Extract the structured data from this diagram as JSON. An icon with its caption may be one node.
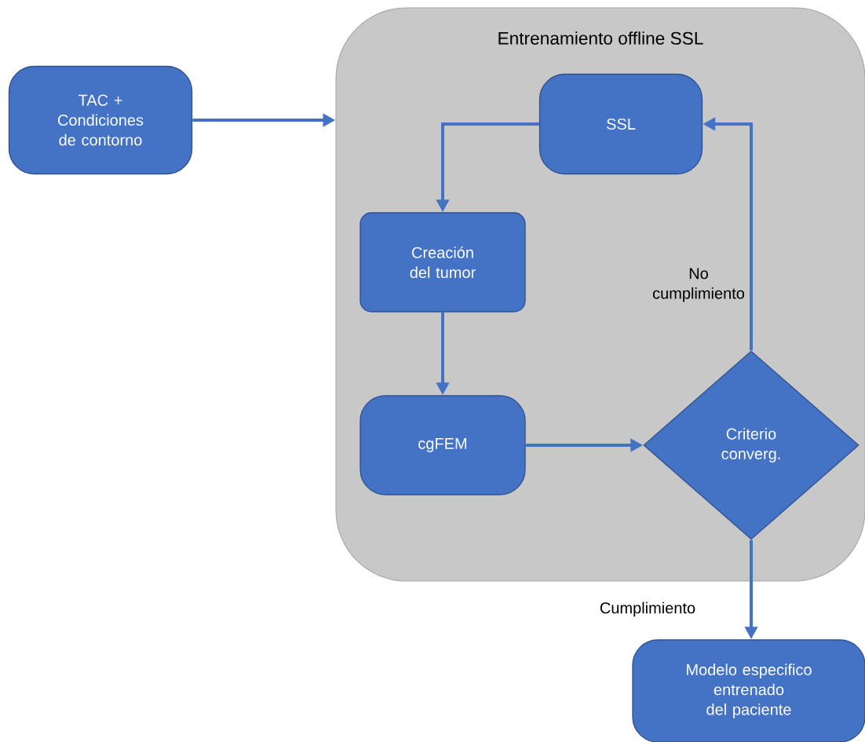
{
  "diagram": {
    "nodes": [
      {
        "text": [
          "TAC + Condiciones de contorno"
        ]
      },
      {
        "text": [
          "Entrenamiento offline SSL"
        ]
      },
      {
        "text": [
          "SSL"
        ],
        "in": 1
      },
      {
        "text": [
          "Creación del tumor"
        ],
        "in": 1
      },
      {
        "text": [
          "cgFEM"
        ],
        "in": 1
      },
      {
        "text": [
          "Criterio converg."
        ],
        "in": 1
      },
      {
        "text": [
          "Modelo especifico entrenado del paciente"
        ]
      }
    ],
    "edges": [
      {
        "from": 0,
        "to": 1,
        "arrow": "to"
      },
      {
        "from": 2,
        "to": 3,
        "arrow": "to"
      },
      {
        "from": 3,
        "to": 4,
        "arrow": "to"
      },
      {
        "from": 4,
        "to": 5,
        "arrow": "to"
      },
      {
        "from": 5,
        "to": 2,
        "arrow": "to",
        "label": "No cumplimiento"
      },
      {
        "from": 5,
        "to": 6,
        "arrow": "to",
        "label": "Cumplimiento"
      }
    ]
  }
}
